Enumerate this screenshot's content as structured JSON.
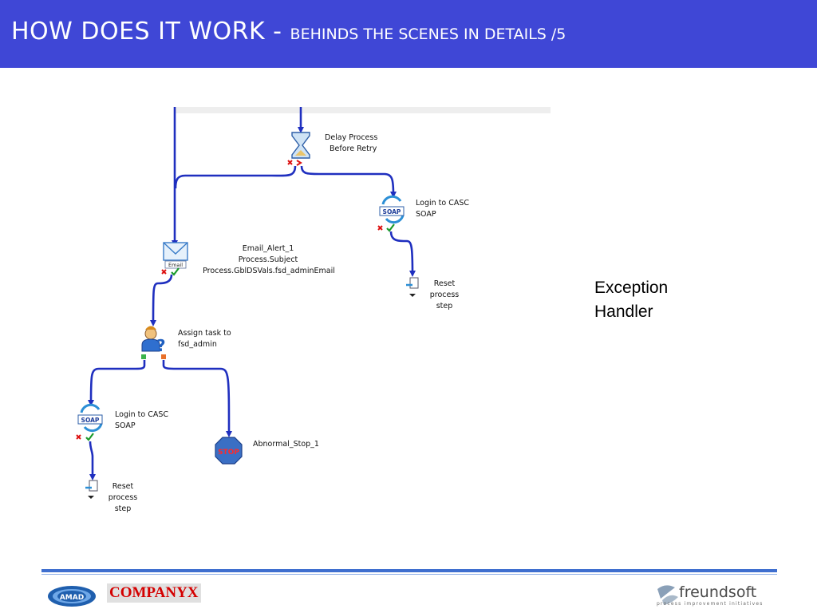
{
  "slide": {
    "title_main": "How does it work - ",
    "title_sub": "Behinds the scenes in details /5",
    "note_line1": "Exception",
    "note_line2": "Handler"
  },
  "nodes": {
    "delay": {
      "line1": "Delay Process",
      "line2": "Before Retry"
    },
    "login_right": {
      "line1": "Login to CASC",
      "line2": "SOAP",
      "icon_text": "SOAP"
    },
    "email": {
      "line1": "Email_Alert_1",
      "line2": "Process.Subject",
      "line3": "Process.GblDSVals.fsd_adminEmail",
      "icon_text": "Email"
    },
    "reset_right": {
      "line1": "Reset",
      "line2": "process",
      "line3": "step"
    },
    "assign": {
      "line1": "Assign task to",
      "line2": "fsd_admin"
    },
    "login_left": {
      "line1": "Login to CASC",
      "line2": "SOAP",
      "icon_text": "SOAP"
    },
    "stop": {
      "line1": "Abnormal_Stop_1",
      "icon_text": "STOP"
    },
    "reset_left": {
      "line1": "Reset",
      "line2": "process",
      "line3": "step"
    }
  },
  "footer": {
    "company": "COMPANYX",
    "amad_logo_text": "AMAD",
    "freundsoft": "freundsoft",
    "freundsoft_tagline": "process improvement initiatives"
  },
  "colors": {
    "header": "#3f47d6",
    "connector": "#1f2fbf",
    "company_text": "#d40000",
    "footer_line": "#3f6fcf"
  }
}
